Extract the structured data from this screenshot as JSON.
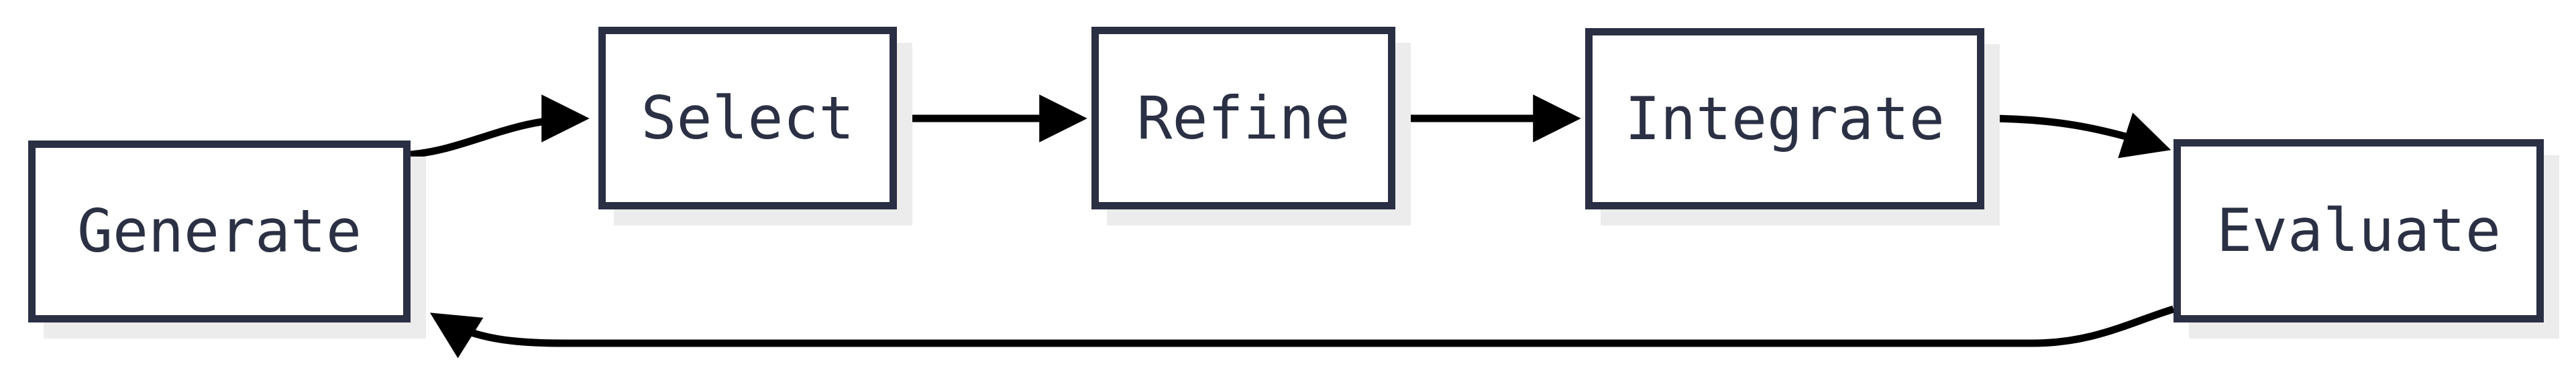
{
  "diagram": {
    "nodes": [
      {
        "id": "generate",
        "label": "Generate"
      },
      {
        "id": "select",
        "label": "Select"
      },
      {
        "id": "refine",
        "label": "Refine"
      },
      {
        "id": "integrate",
        "label": "Integrate"
      },
      {
        "id": "evaluate",
        "label": "Evaluate"
      }
    ],
    "edges": [
      {
        "from": "Generate",
        "to": "Select"
      },
      {
        "from": "Select",
        "to": "Refine"
      },
      {
        "from": "Refine",
        "to": "Integrate"
      },
      {
        "from": "Integrate",
        "to": "Evaluate"
      },
      {
        "from": "Evaluate",
        "to": "Generate"
      }
    ]
  },
  "colors": {
    "background": "#ffffff",
    "node_border": "#2b2f44",
    "node_fill": "#ffffff",
    "node_text": "#2b3044",
    "arrow": "#000000",
    "shadow": "#ececec"
  }
}
